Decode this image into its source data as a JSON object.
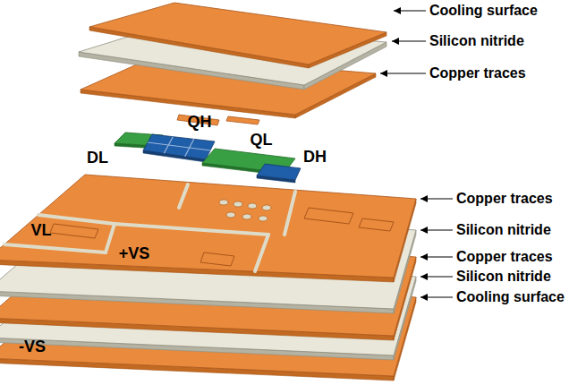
{
  "diagram": {
    "labels": [
      "Cooling surface",
      "Silicon nitride",
      "Copper traces",
      "QH",
      "QL",
      "DL",
      "DH",
      "Copper traces",
      "Silicon nitride",
      "VL",
      "+VS",
      "Copper traces",
      "Silicon nitride",
      "Cooling surface",
      "-VS"
    ]
  }
}
